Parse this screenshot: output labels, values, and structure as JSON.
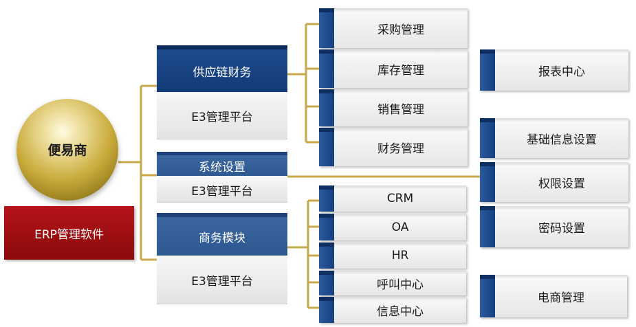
{
  "center": {
    "title": "便易商",
    "subtitle": "ERP管理软件"
  },
  "groups": [
    {
      "header": "供应链财务",
      "sub": "E3管理平台"
    },
    {
      "header": "系统设置",
      "sub": "E3管理平台"
    },
    {
      "header": "商务模块",
      "sub": "E3管理平台"
    }
  ],
  "supply_items": [
    "采购管理",
    "库存管理",
    "销售管理",
    "财务管理"
  ],
  "business_items": [
    "CRM",
    "OA",
    "HR",
    "呼叫中心",
    "信息中心"
  ],
  "system_items": [
    "报表中心",
    "基础信息设置",
    "权限设置",
    "密码设置",
    "电商管理"
  ],
  "colors": {
    "connector": "#c8a84a",
    "dark_red": "#9c0a0a",
    "dark_blue": "#123a78",
    "mid_blue": "#2d5890"
  }
}
